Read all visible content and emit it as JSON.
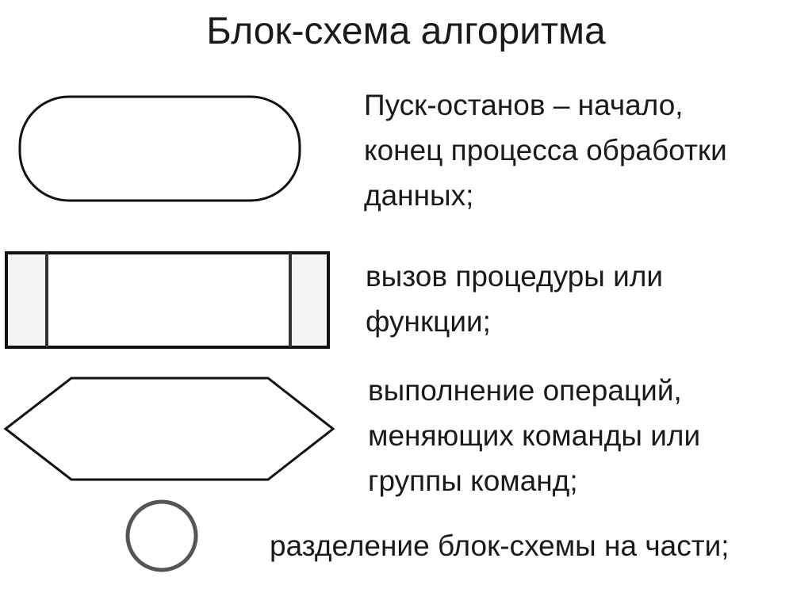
{
  "title": "Блок-схема алгоритма",
  "items": [
    {
      "shape": "terminator",
      "lines": [
        "Пуск-останов – начало,",
        "конец процесса обработки",
        "данных;"
      ]
    },
    {
      "shape": "predefined-process",
      "lines": [
        "вызов процедуры или",
        "функции;"
      ]
    },
    {
      "shape": "preparation",
      "lines": [
        "выполнение операций,",
        "меняющих команды или",
        "группы команд;"
      ]
    },
    {
      "shape": "connector",
      "lines": [
        "разделение блок-схемы на части;"
      ]
    }
  ]
}
